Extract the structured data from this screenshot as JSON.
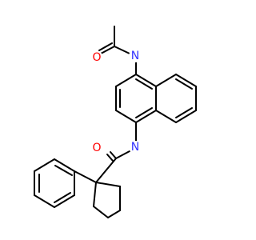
{
  "molecule": {
    "colors": {
      "bond": "#000000",
      "nitrogen": "#3333ff",
      "oxygen": "#ff0000"
    },
    "atoms": [
      {
        "id": "acetyl-oxygen",
        "label": "O",
        "element": "oxygen"
      },
      {
        "id": "acetamido-nitrogen",
        "label": "N",
        "element": "nitrogen"
      },
      {
        "id": "amide-oxygen",
        "label": "O",
        "element": "oxygen"
      },
      {
        "id": "amide-nitrogen",
        "label": "N",
        "element": "nitrogen"
      }
    ]
  }
}
